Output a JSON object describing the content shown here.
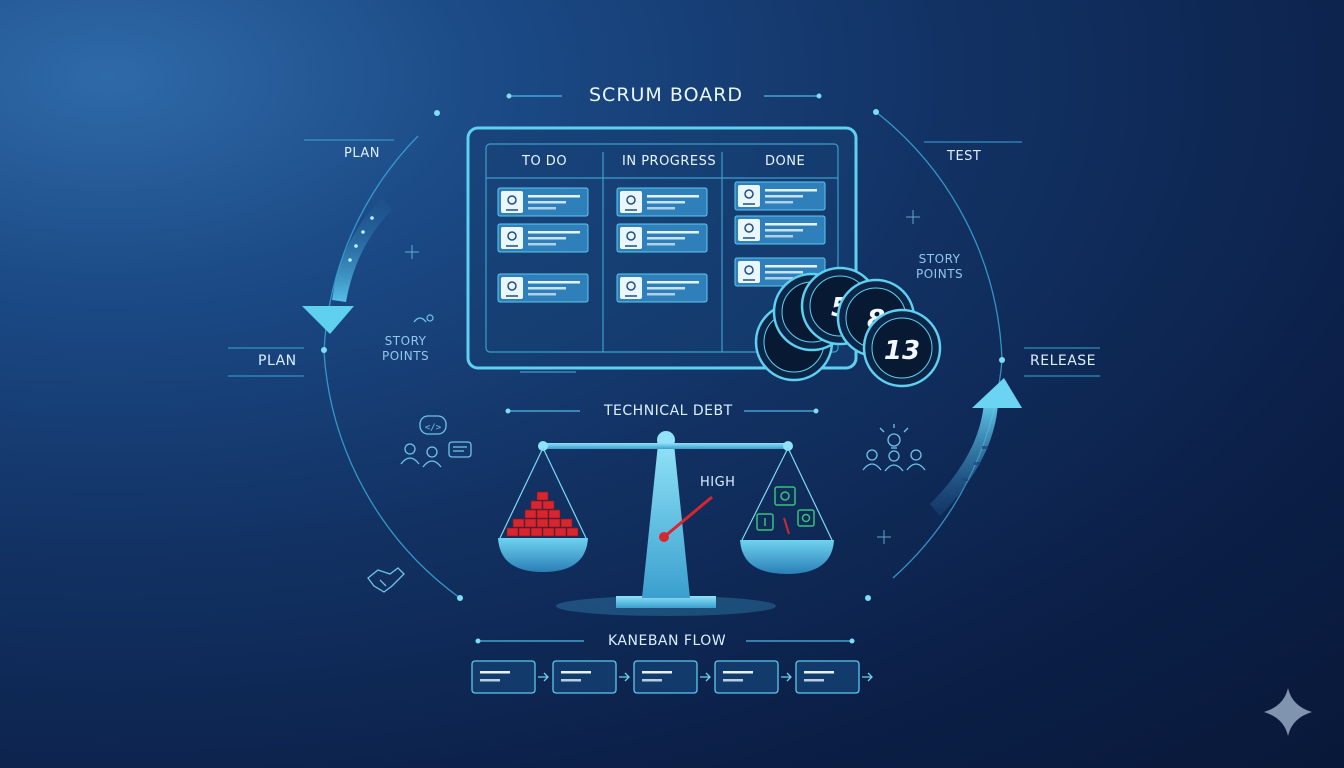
{
  "diagram": {
    "title": "SCRUM BOARD",
    "board": {
      "columns": [
        {
          "name": "TO DO",
          "cards": [
            "pin",
            "tag",
            "gear"
          ]
        },
        {
          "name": "IN PROGRESS",
          "cards": [
            "tag",
            "cross",
            "user"
          ]
        },
        {
          "name": "DONE",
          "cards": [
            "pin",
            "tag",
            "user"
          ]
        }
      ]
    },
    "story_point_cards": [
      "5",
      "8",
      "13"
    ],
    "cycle": {
      "plan_top": "PLAN",
      "plan_left": "PLAN",
      "test": "TEST",
      "release": "RELEASE"
    },
    "story_points_right": "STORY\nPOINTS",
    "story_points_left": "STORY\nPOINTS",
    "technical_debt": {
      "title": "TECHNICAL DEBT",
      "gauge_label": "HIGH"
    },
    "kanban": {
      "title": "KANEBAN FLOW",
      "steps": 5
    },
    "colors": {
      "accent": "#5fd0f0",
      "line": "#3aa6d8",
      "debt": "#d8262f",
      "good": "#38c27a"
    }
  }
}
